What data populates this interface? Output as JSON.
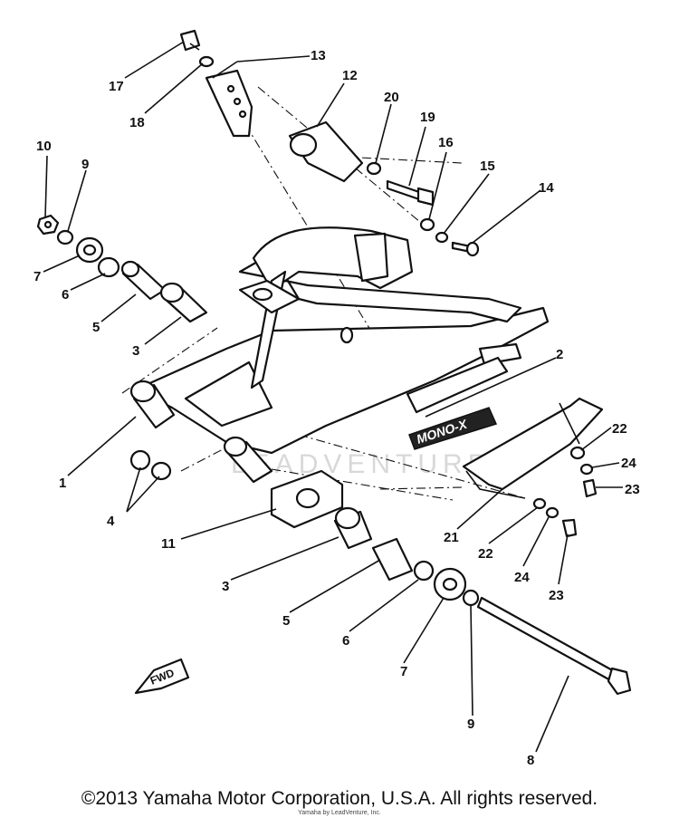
{
  "diagram": {
    "badge_text": "MONO-X",
    "fwd_text": "FWD",
    "watermark_text": "LEADVENTURE",
    "copyright": "©2013 Yamaha Motor Corporation, U.S.A. All rights reserved.",
    "fine_print": "Yamaha  by LeadVenture, Inc.",
    "callouts": [
      "1",
      "2",
      "3",
      "3",
      "4",
      "5",
      "5",
      "6",
      "6",
      "7",
      "7",
      "8",
      "9",
      "9",
      "10",
      "11",
      "12",
      "13",
      "14",
      "15",
      "16",
      "17",
      "18",
      "19",
      "20",
      "21",
      "22",
      "22",
      "23",
      "23",
      "24",
      "24"
    ]
  }
}
